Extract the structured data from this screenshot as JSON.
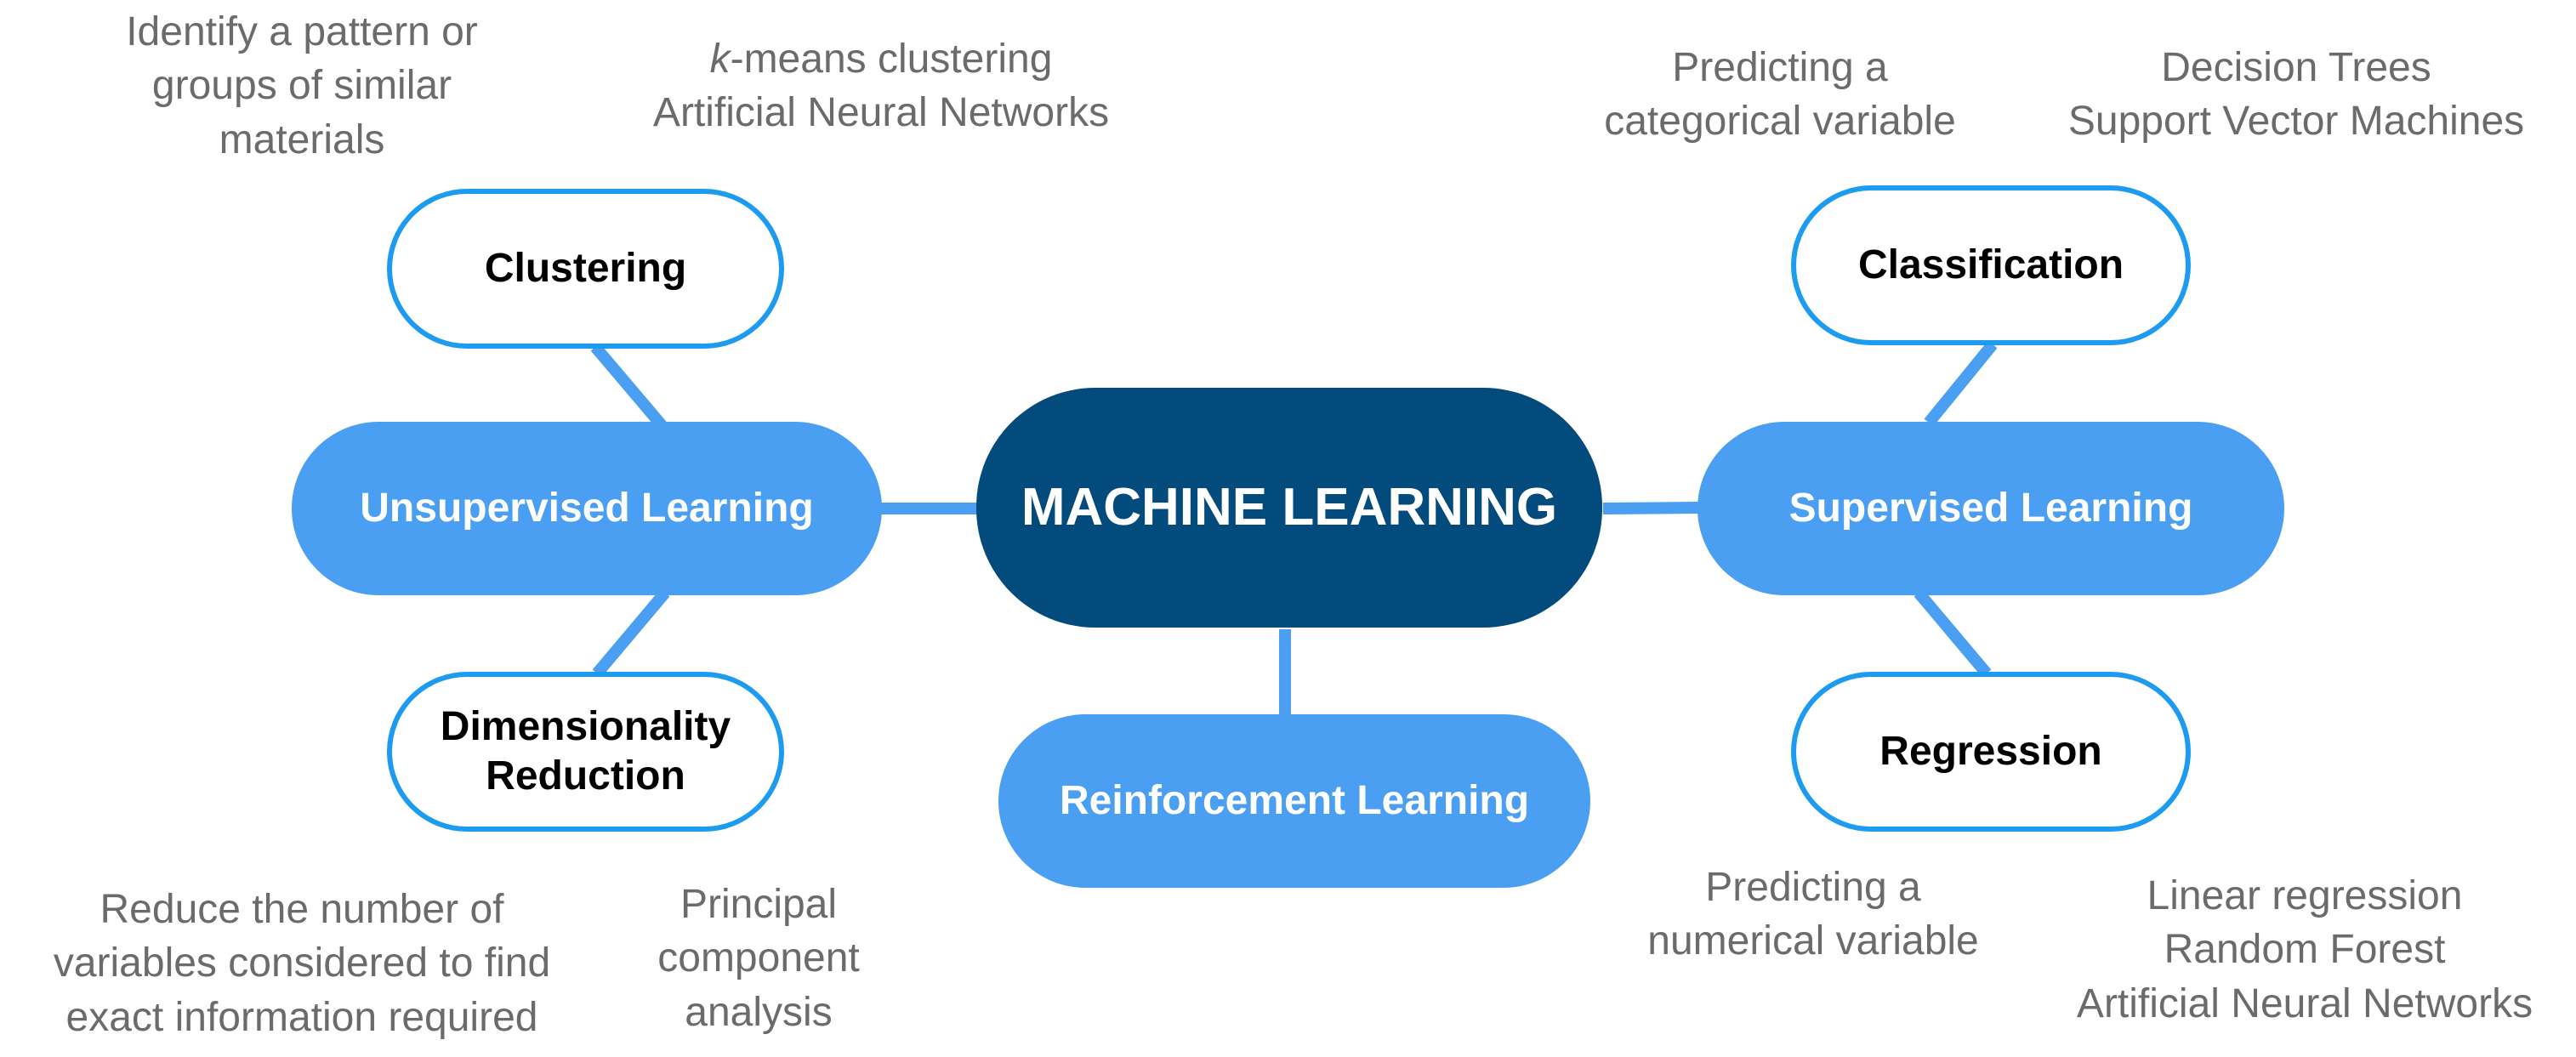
{
  "center": {
    "label": "MACHINE LEARNING"
  },
  "unsupervised": {
    "label": "Unsupervised Learning",
    "clustering": {
      "label": "Clustering",
      "description": [
        "Identify a pattern or",
        "groups of similar",
        "materials"
      ],
      "methods": {
        "k_italic": "k",
        "k_rest": "-means clustering",
        "line2": "Artificial Neural Networks"
      }
    },
    "dimensionality": {
      "label_line1": "Dimensionality",
      "label_line2": "Reduction",
      "description": [
        "Reduce the number of",
        "variables considered to find",
        "exact information required"
      ],
      "methods": [
        "Principal",
        "component",
        "analysis"
      ]
    }
  },
  "supervised": {
    "label": "Supervised Learning",
    "classification": {
      "label": "Classification",
      "description": [
        "Predicting a",
        "categorical variable"
      ],
      "methods": [
        "Decision Trees",
        "Support Vector Machines"
      ]
    },
    "regression": {
      "label": "Regression",
      "description": [
        "Predicting a",
        "numerical variable"
      ],
      "methods": [
        "Linear regression",
        "Random Forest",
        "Artificial Neural Networks"
      ]
    }
  },
  "reinforcement": {
    "label": "Reinforcement Learning"
  },
  "colors": {
    "center_fill": "#034b7d",
    "branch_fill": "#4a9ff2",
    "leaf_border": "#1d9bf0",
    "connector": "#4a9ff2",
    "note_text": "#6b6b6b"
  }
}
